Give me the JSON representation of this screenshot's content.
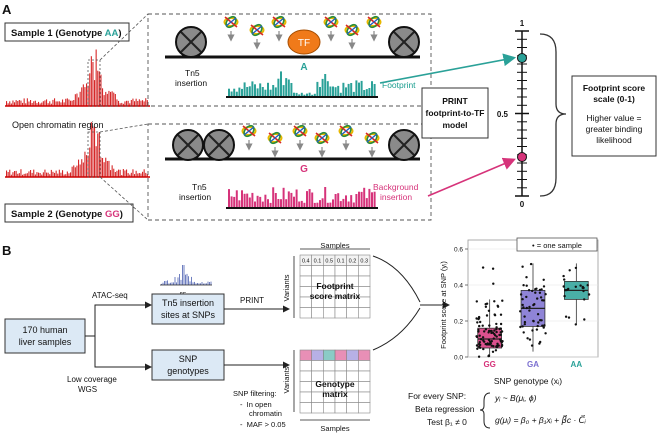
{
  "panel_a": {
    "label": "A",
    "sample1": {
      "prefix": "Sample 1 (Genotype ",
      "genotype": "AA",
      "suffix": ")"
    },
    "sample2": {
      "prefix": "Sample 2 (Genotype ",
      "genotype": "GG",
      "suffix": ")"
    },
    "open_chromatin": "Open chromatin region",
    "tf_label": "TF",
    "allele_a": "A",
    "allele_g": "G",
    "tn5_line1": "Tn5",
    "tn5_line2": "insertion",
    "footprint": "Footprint",
    "background_line1": "Background",
    "background_line2": "insertion",
    "model_line1": "PRINT",
    "model_line2": "footprint-to-TF",
    "model_line3": "model",
    "scale_top": "1",
    "scale_mid": "0.5",
    "scale_bottom": "0",
    "score_title_line1": "Footprint score",
    "score_title_line2": "scale (0-1)",
    "score_desc_line1": "Higher value =",
    "score_desc_line2": "greater binding",
    "score_desc_line3": "likelihood",
    "colors": {
      "teal": "#2aa198",
      "pink": "#d6337a",
      "red": "#d62728",
      "green_text": "#1a9e8f"
    }
  },
  "panel_b": {
    "label": "B",
    "samples_box_line1": "170 human",
    "samples_box_line2": "liver samples",
    "atac": "ATAC-seq",
    "wgs_line1": "Low coverage",
    "wgs_line2": "WGS",
    "tn5_box_line1": "Tn5 insertion",
    "tn5_box_line2": "sites at SNPs",
    "snp_box_line1": "SNP",
    "snp_box_line2": "genotypes",
    "rs": "rs",
    "print": "PRINT",
    "samples_header": "Samples",
    "variants": "Variants",
    "footprint_matrix_line1": "Footprint",
    "footprint_matrix_line2": "score matrix",
    "genotype_matrix_line1": "Genotype",
    "genotype_matrix_line2": "matrix",
    "matrix_values": [
      "0.4",
      "0.1",
      "0.5",
      "0.1",
      "0.2",
      "0.3"
    ],
    "filter_title": "SNP filtering:",
    "filter_items": [
      "In open",
      "chromatin",
      "MAF > 0.05"
    ],
    "formula_intro": "For every SNP:",
    "formula_beta": "Beta regression",
    "formula_test": "Test β₁ ≠ 0",
    "formula_eq1": "yᵢ ~ B(μᵢ, ϕ)",
    "formula_eq2": "g(μᵢ) = β₀ + β₁xᵢ + β⃗c · C⃗ᵢ"
  },
  "chart_data": {
    "type": "box",
    "categories": [
      "GG",
      "GA",
      "AA"
    ],
    "category_colors": [
      "#d6337a",
      "#7b6fd0",
      "#2aa198"
    ],
    "ylabel": "Footprint score at SNP (yᵢ)",
    "xlabel": "SNP genotype (xᵢ)",
    "legend": "• = one sample",
    "yticks": [
      "0.0",
      "0.2",
      "0.4",
      "0.6"
    ],
    "ylim": [
      0.0,
      0.65
    ],
    "boxes": [
      {
        "q1": 0.05,
        "median": 0.1,
        "q3": 0.16,
        "whisker_low": 0.0,
        "whisker_high": 0.32
      },
      {
        "q1": 0.17,
        "median": 0.27,
        "q3": 0.37,
        "whisker_low": 0.03,
        "whisker_high": 0.52
      },
      {
        "q1": 0.32,
        "median": 0.37,
        "q3": 0.42,
        "whisker_low": 0.18,
        "whisker_high": 0.52
      }
    ]
  }
}
